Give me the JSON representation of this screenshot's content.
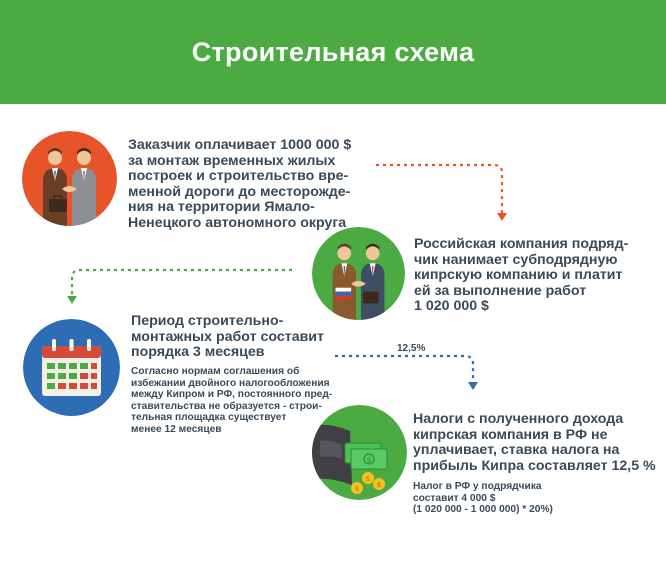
{
  "header": {
    "title": "Строительная схема"
  },
  "step1": {
    "lines": [
      "Заказчик оплачивает 1000 000 $",
      "за монтаж временных жилых",
      "построек и строительство вре-",
      "менной дороги до месторожде-",
      "ния на территории Ямало-",
      "Ненецкого автономного округа"
    ],
    "icon": "handshake-icon",
    "color": "#e8542a"
  },
  "step2": {
    "lines": [
      "Российская компания подряд-",
      "чик нанимает субподрядную",
      "кипрскую компанию и платит",
      "ей за выполнение работ",
      "1 020 000 $"
    ],
    "icon": "handshake-icon",
    "color": "#4caa43"
  },
  "step3": {
    "lines": [
      "Период строительно-",
      "монтажных работ составит",
      "порядка 3 месяцев"
    ],
    "note_lines": [
      "Согласно нормам соглашения об",
      "избежании двойного налогообложения",
      "между Кипром и РФ, постоянного пред-",
      "ставительства не образуется - строи-",
      "тельная площадка существует",
      "менее 12 месяцев"
    ],
    "icon": "calendar-icon",
    "color": "#2e6db4"
  },
  "step4": {
    "rate_label": "12,5%",
    "lines": [
      "Налоги с полученного дохода",
      "кипрская компания в РФ не",
      "уплачивает, ставка налога на",
      "прибыль Кипра составляет 12,5 %"
    ],
    "note_lines": [
      "Налог в РФ у подрядчика",
      "составит 4 000 $",
      "(1 020 000 - 1 000 000) * 20%)"
    ],
    "icon": "wallet-money-icon",
    "color": "#4caa43"
  },
  "colors": {
    "green": "#4caa43",
    "orange": "#e8542a",
    "blue": "#2e6db4",
    "text": "#3b4a5a"
  }
}
